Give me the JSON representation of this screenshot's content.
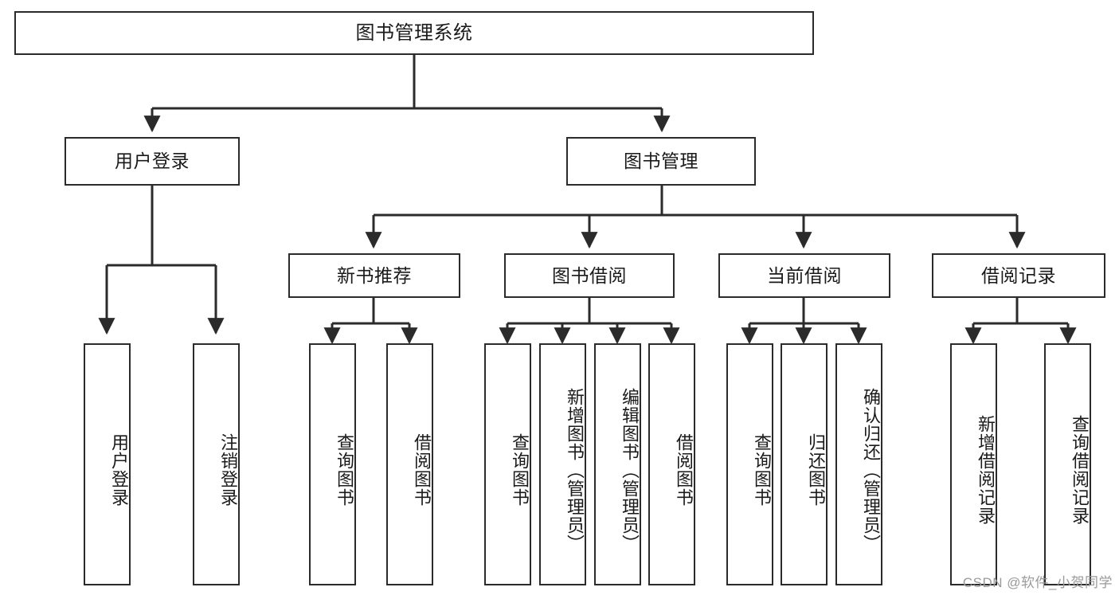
{
  "diagram": {
    "title": "图书管理系统",
    "type": "functional-structure-tree",
    "watermark": "CSDN @软件_小贺同学",
    "colors": {
      "box_border": "#2b2b2b",
      "box_fill": "#ffffff",
      "connector": "#2b2b2b",
      "text": "#1a1a1a",
      "watermark": "#9a9a9a"
    },
    "root": {
      "label": "图书管理系统"
    },
    "level2": [
      {
        "label": "用户登录"
      },
      {
        "label": "图书管理"
      }
    ],
    "level3": [
      {
        "label": "新书推荐"
      },
      {
        "label": "图书借阅"
      },
      {
        "label": "当前借阅"
      },
      {
        "label": "借阅记录"
      }
    ],
    "leaves": {
      "user_login": [
        {
          "label": "用户登录"
        },
        {
          "label": "注销登录"
        }
      ],
      "new_book": [
        {
          "label": "查询图书"
        },
        {
          "label": "借阅图书"
        }
      ],
      "book_borrow": [
        {
          "label": "查询图书"
        },
        {
          "label": "新增图书（管理员）"
        },
        {
          "label": "编辑图书（管理员）"
        },
        {
          "label": "借阅图书"
        }
      ],
      "current_borrow": [
        {
          "label": "查询图书"
        },
        {
          "label": "归还图书"
        },
        {
          "label": "确认归还（管理员）"
        }
      ],
      "borrow_record": [
        {
          "label": "新增借阅记录"
        },
        {
          "label": "查询借阅记录"
        }
      ]
    }
  }
}
